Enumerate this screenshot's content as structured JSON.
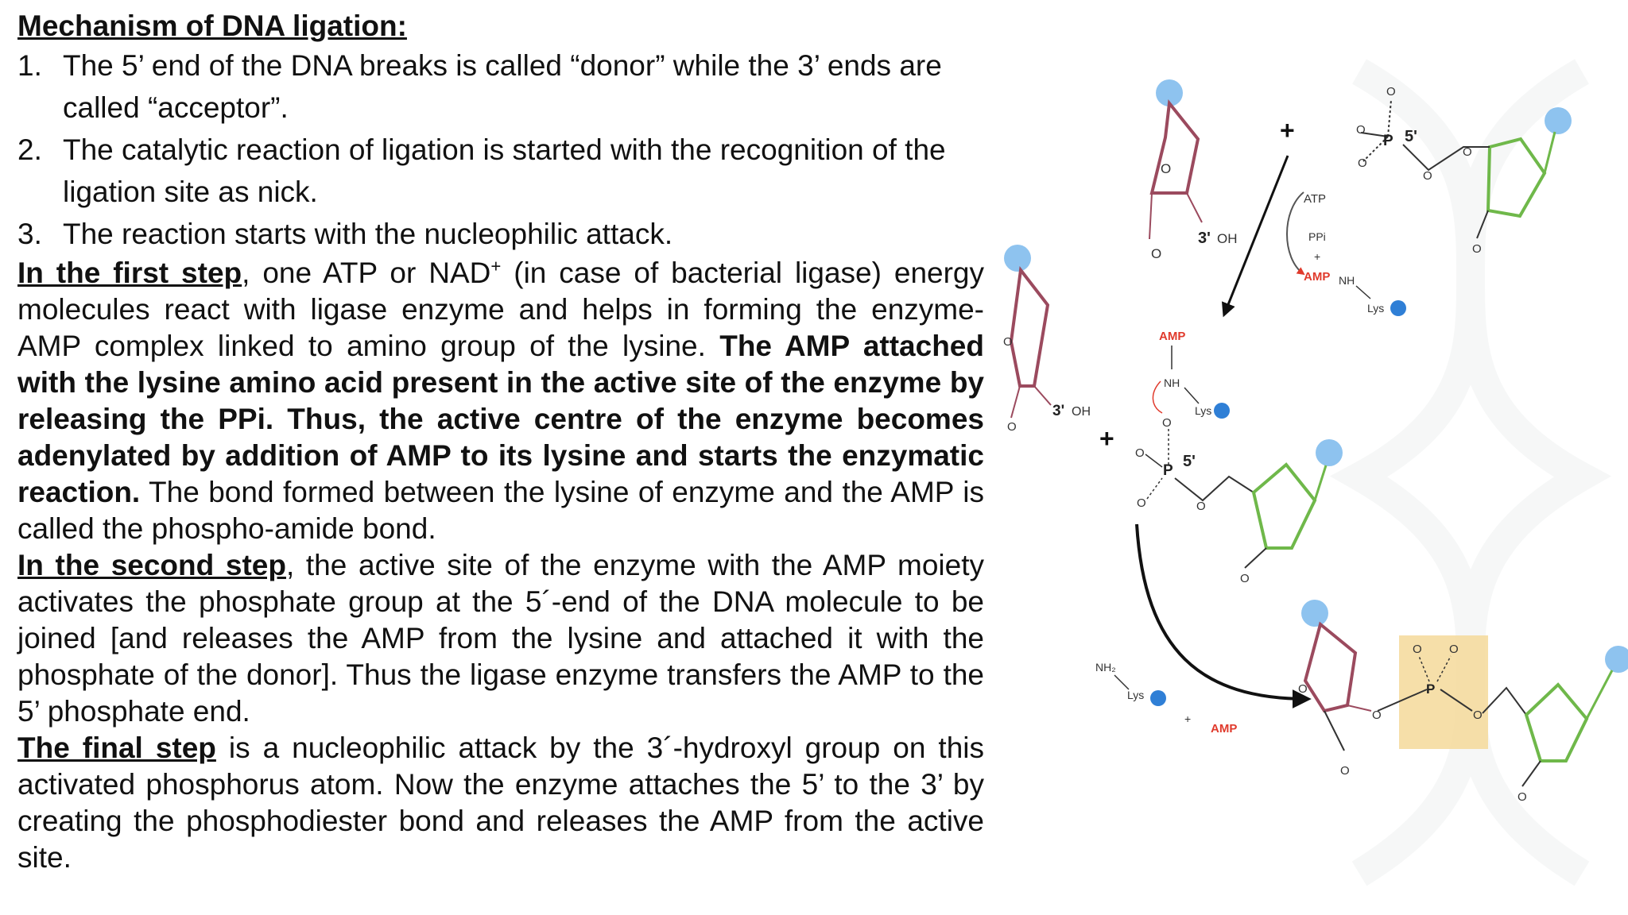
{
  "title": "Mechanism of DNA ligation:",
  "steps": [
    {
      "num": "1.",
      "text": "The 5’ end of the DNA breaks is called “donor” while the 3’ ends are called “acceptor”."
    },
    {
      "num": "2.",
      "text": "The catalytic reaction of ligation is started with the recognition of the ligation site as nick."
    },
    {
      "num": "3.",
      "text": "The reaction starts with the nucleophilic attack."
    }
  ],
  "first_step": {
    "lead": "In the first step",
    "t1": ", one ATP or NAD",
    "sup": "+",
    "t2": " (in case of bacterial ligase) energy molecules react with ligase enzyme and helps in forming the enzyme-AMP complex linked to amino group of the lysine. ",
    "bold": "The AMP attached with the lysine amino acid present in the active site of the enzyme by releasing the PPi. Thus, the active centre of the enzyme becomes adenylated by addition of AMP to its lysine and starts the enzymatic reaction.",
    "t3": " The bond formed between the lysine of enzyme and the AMP is called the phospho-amide bond."
  },
  "second_step": {
    "lead": "In the second step",
    "text": ", the active site of the enzyme with the AMP moiety activates the phosphate group at the 5´-end of the DNA molecule to be joined [and releases the AMP from the lysine and attached it with the phosphate of the donor]. Thus the ligase enzyme transfers the AMP to the 5’ phosphate end."
  },
  "final_step": {
    "lead": "The final step",
    "text": " is a nucleophilic attack by the 3´-hydroxyl group on this activated phosphorus atom. Now the enzyme attaches the 5’ to the 3’ by creating the phosphodiester bond and releases the AMP from the active site."
  },
  "diagram": {
    "o": "O",
    "p": "P",
    "plus": "+",
    "three_prime": "3'",
    "oh": "OH",
    "five_prime": "5'",
    "atp": "ATP",
    "ppi": "PPi",
    "amp": "AMP",
    "nh": "NH",
    "nh2": "NH₂",
    "lys": "Lys",
    "colors": {
      "acceptor_sugar": "#9b4a5e",
      "donor_sugar": "#6fb84a",
      "base": "#8ec3ef",
      "enzyme": "#c7e8a6",
      "lysine": "#2f7fd6",
      "amp": "#e03a2c",
      "highlight": "#f5d99a"
    }
  }
}
